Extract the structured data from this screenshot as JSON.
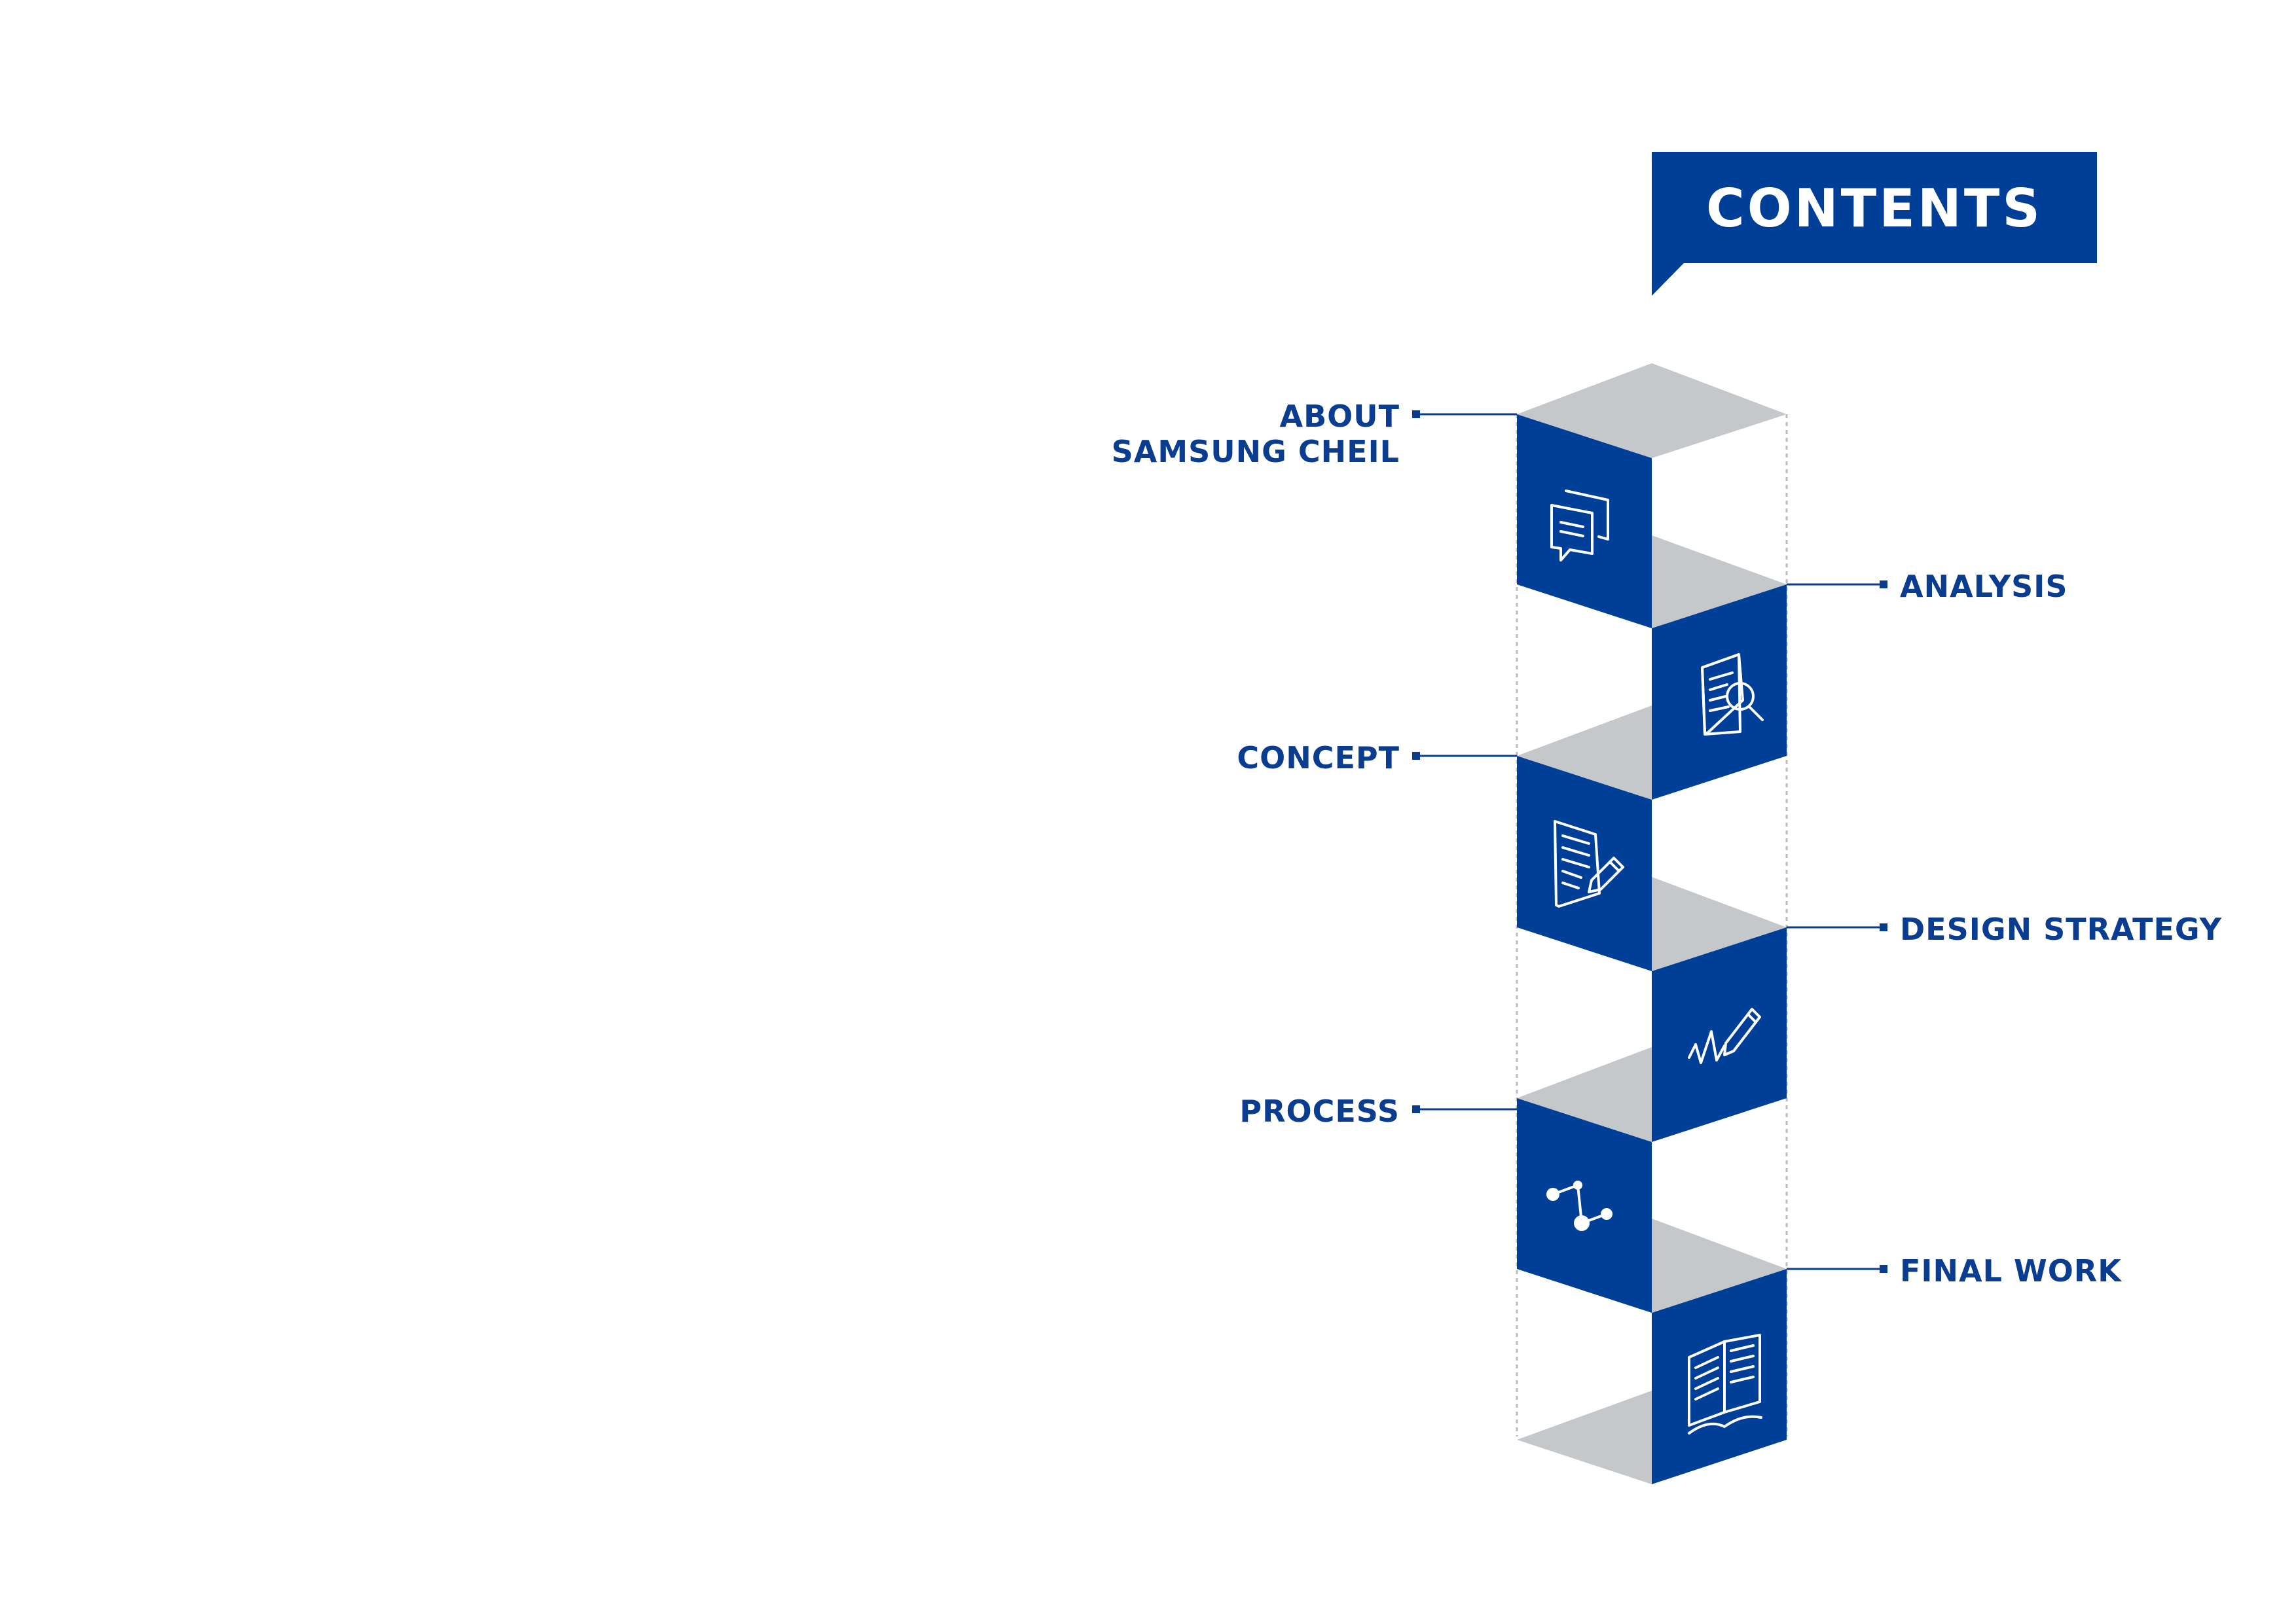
{
  "header": {
    "title": "CONTENTS"
  },
  "colors": {
    "blue": "#003f98",
    "grey": "#c4c8cb",
    "text": "#0a3d8f",
    "guide": "#b9bdc1"
  },
  "items": [
    {
      "label_lines": [
        "ABOUT",
        "SAMSUNG CHEIL"
      ],
      "side": "left",
      "icon": "chat-bubbles-icon"
    },
    {
      "label_lines": [
        "ANALYSIS"
      ],
      "side": "right",
      "icon": "document-search-icon"
    },
    {
      "label_lines": [
        "CONCEPT"
      ],
      "side": "left",
      "icon": "document-edit-icon"
    },
    {
      "label_lines": [
        "DESIGN STRATEGY"
      ],
      "side": "right",
      "icon": "pen-scribble-icon"
    },
    {
      "label_lines": [
        "PROCESS"
      ],
      "side": "left",
      "icon": "nodes-network-icon"
    },
    {
      "label_lines": [
        "FINAL WORK"
      ],
      "side": "right",
      "icon": "open-book-icon"
    }
  ]
}
